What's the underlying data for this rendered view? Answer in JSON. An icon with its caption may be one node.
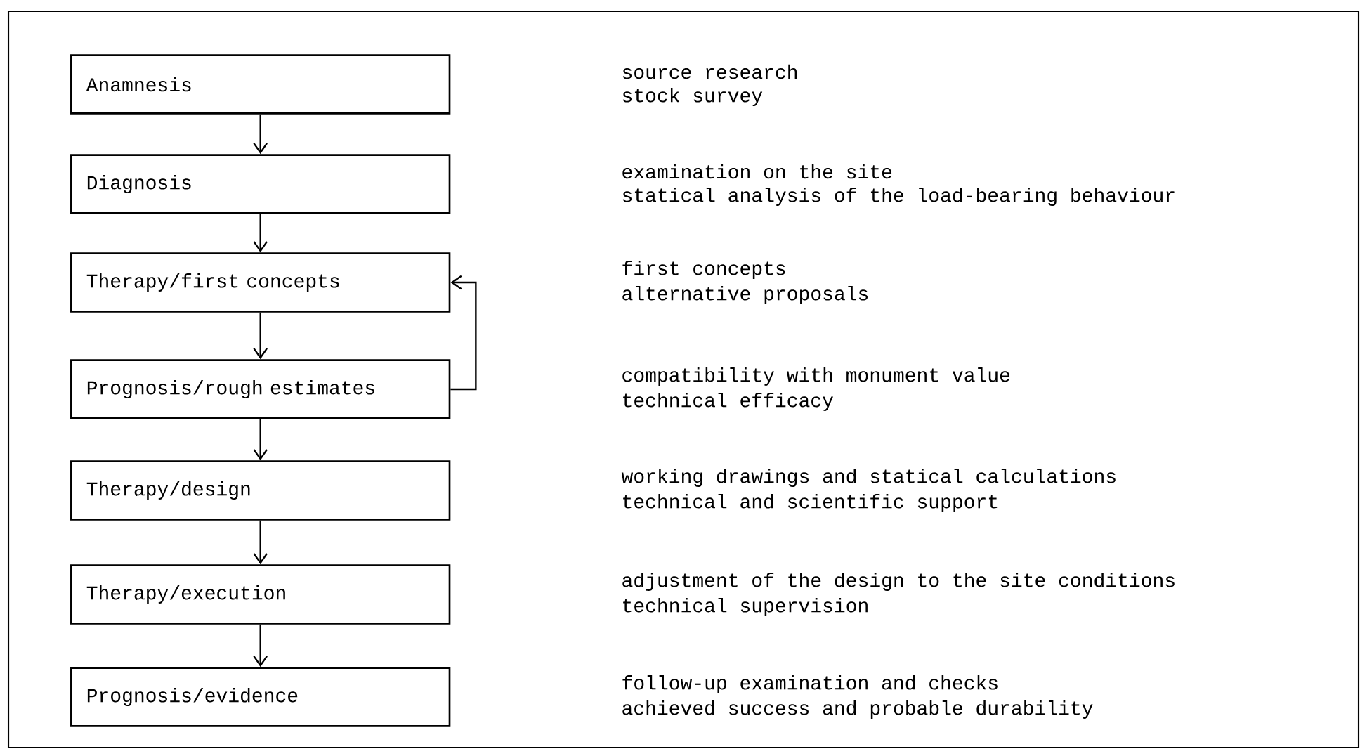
{
  "diagram": {
    "nodes": [
      {
        "text": [
          "Anamnesis"
        ],
        "beside": [
          "source research",
          "stock survey"
        ]
      },
      {
        "text": [
          "Diagnosis"
        ],
        "beside": [
          "examination on the site",
          "statical analysis of the load-bearing behaviour"
        ]
      },
      {
        "text": [
          "Therapy/first concepts"
        ],
        "beside": [
          "first concepts",
          "alternative proposals"
        ]
      },
      {
        "text": [
          "Prognosis/rough estimates"
        ],
        "beside": [
          "compatibility with monument value",
          "technical efficacy"
        ]
      },
      {
        "text": [
          "Therapy/design"
        ],
        "beside": [
          "working drawings and statical calculations",
          "technical and scientific support"
        ]
      },
      {
        "text": [
          "Therapy/execution"
        ],
        "beside": [
          "adjustment of the design to the site conditions",
          "technical supervision"
        ]
      },
      {
        "text": [
          "Prognosis/evidence"
        ],
        "beside": [
          "follow-up examination and checks",
          "achieved success and probable durability"
        ]
      }
    ],
    "edges": [
      {
        "from": 0,
        "to": 1,
        "arrow": "to"
      },
      {
        "from": 1,
        "to": 2,
        "arrow": "to"
      },
      {
        "from": 2,
        "to": 3,
        "arrow": "to"
      },
      {
        "from": 3,
        "to": 4,
        "arrow": "to"
      },
      {
        "from": 4,
        "to": 5,
        "arrow": "to"
      },
      {
        "from": 5,
        "to": 6,
        "arrow": "to"
      },
      {
        "from": 3,
        "to": 2,
        "arrow": "to"
      }
    ]
  }
}
